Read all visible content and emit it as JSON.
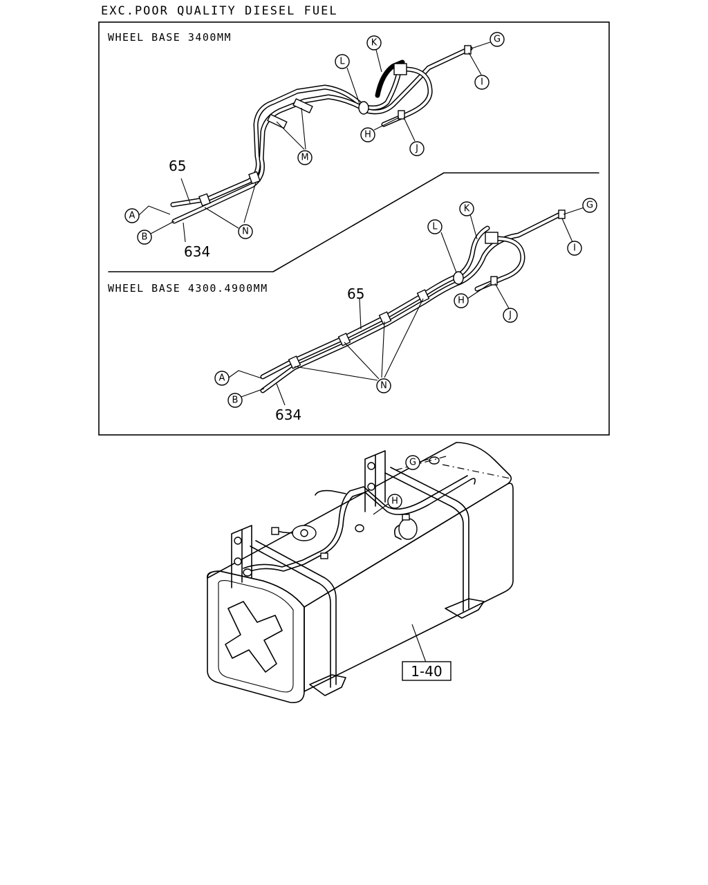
{
  "header": {
    "title": "EXC.POOR QUALITY DIESEL FUEL"
  },
  "panel_top": {
    "title": "WHEEL BASE 3400MM"
  },
  "panel_bottom": {
    "title": "WHEEL BASE 4300.4900MM"
  },
  "callouts": {
    "a": "A",
    "b": "B",
    "g": "G",
    "h": "H",
    "i": "I",
    "j": "J",
    "k": "K",
    "l": "L",
    "m": "M",
    "n": "N"
  },
  "part_numbers": {
    "hose": "65",
    "pipe": "634",
    "ref": "1-40"
  }
}
